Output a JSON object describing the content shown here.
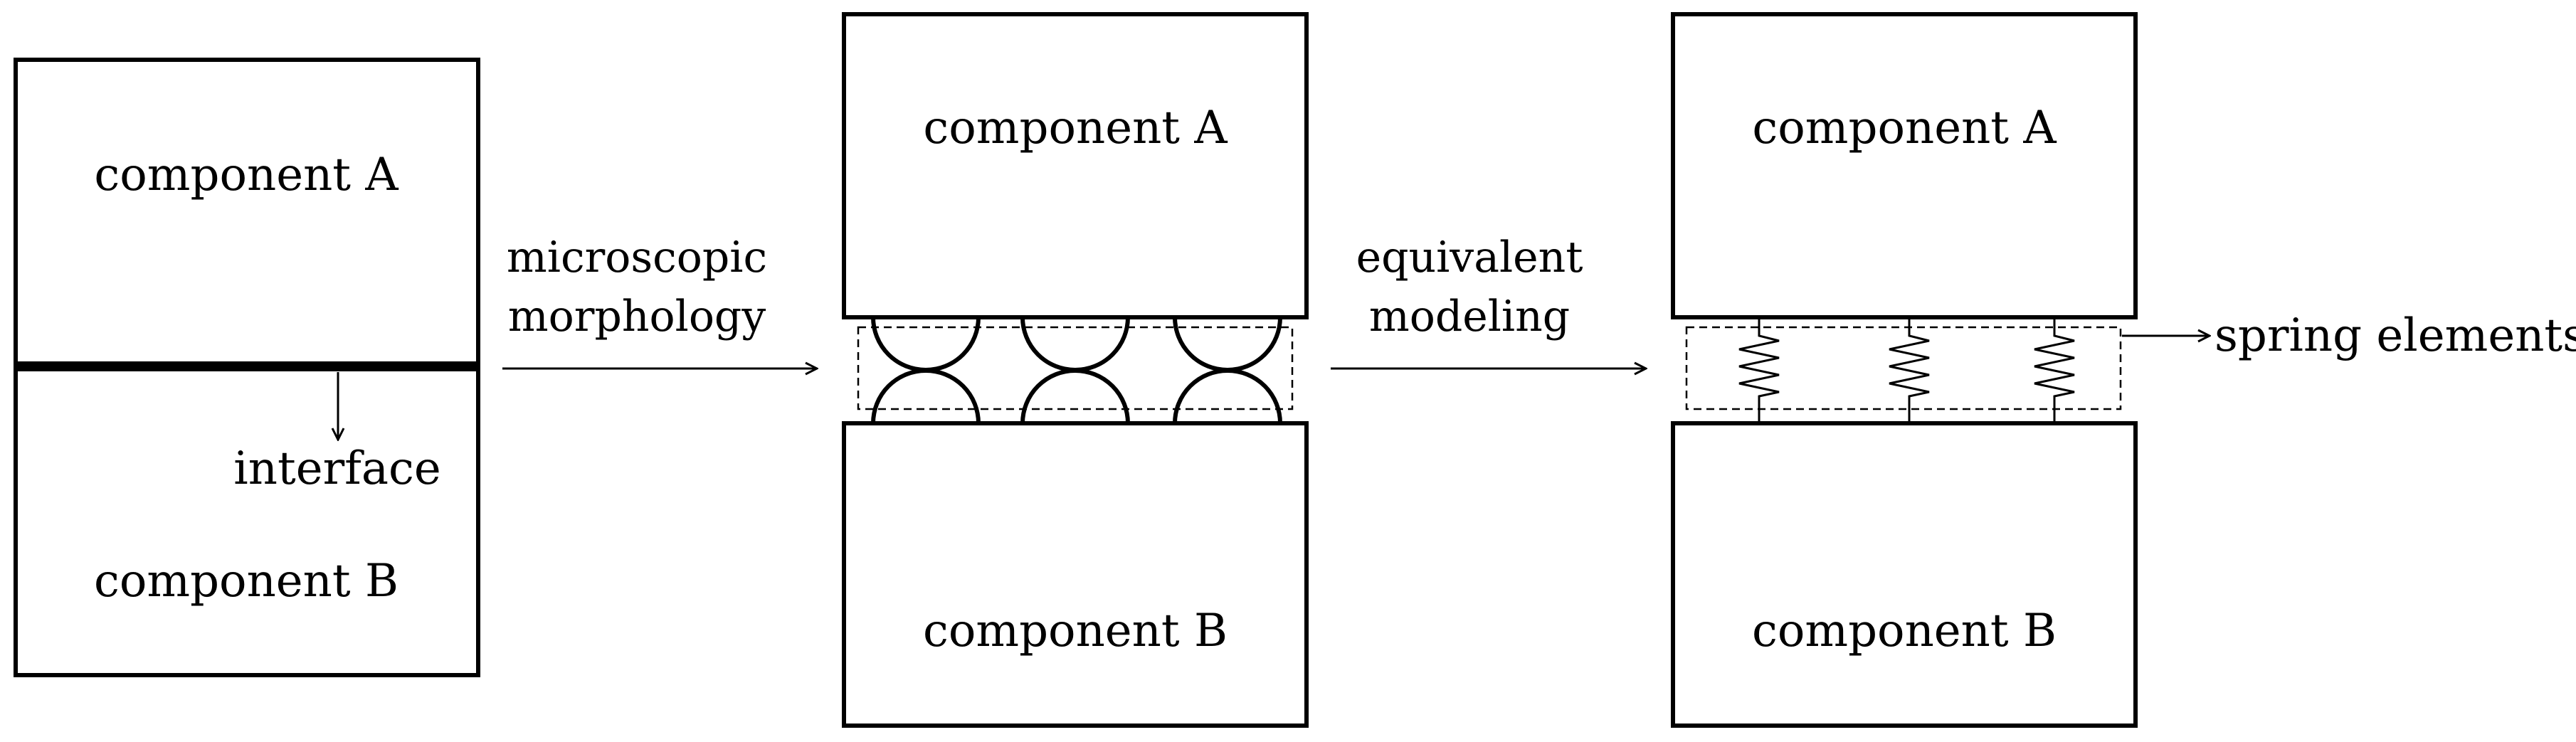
{
  "stage1": {
    "top_label": "component A",
    "bottom_label": "component B",
    "interface_label": "interface"
  },
  "arrow1": {
    "line1": "microscopic",
    "line2": "morphology"
  },
  "stage2": {
    "top_label": "component A",
    "bottom_label": "component B"
  },
  "arrow2": {
    "line1": "equivalent",
    "line2": "modeling"
  },
  "stage3": {
    "top_label": "component A",
    "bottom_label": "component B",
    "spring_label": "spring elements"
  },
  "colors": {
    "stroke": "#000000",
    "background": "#ffffff"
  }
}
